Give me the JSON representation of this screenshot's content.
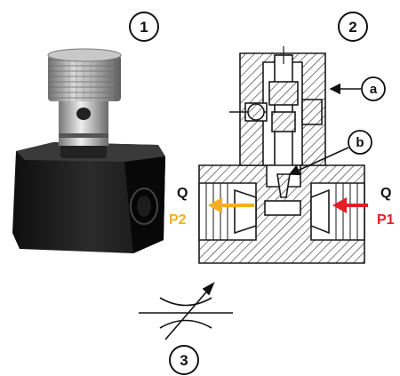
{
  "callouts": {
    "photo_number": "1",
    "section_number": "2",
    "symbol_number": "3",
    "part_a": "a",
    "part_b": "b"
  },
  "ports": {
    "left_flow": "Q",
    "left_port": "P2",
    "right_flow": "Q",
    "right_port": "P1"
  },
  "colors": {
    "outlet_arrow": "#f2b01e",
    "outlet_label": "#f2b01e",
    "inlet_arrow": "#e31e24",
    "inlet_label": "#e31e24",
    "valve_body": "#1b1b1b",
    "knob": "#9a9a9a",
    "outline": "#1a1a1a"
  },
  "icons": [
    "photo-of-flow-control-valve",
    "cross-section-drawing",
    "adjustable-throttle-symbol"
  ]
}
